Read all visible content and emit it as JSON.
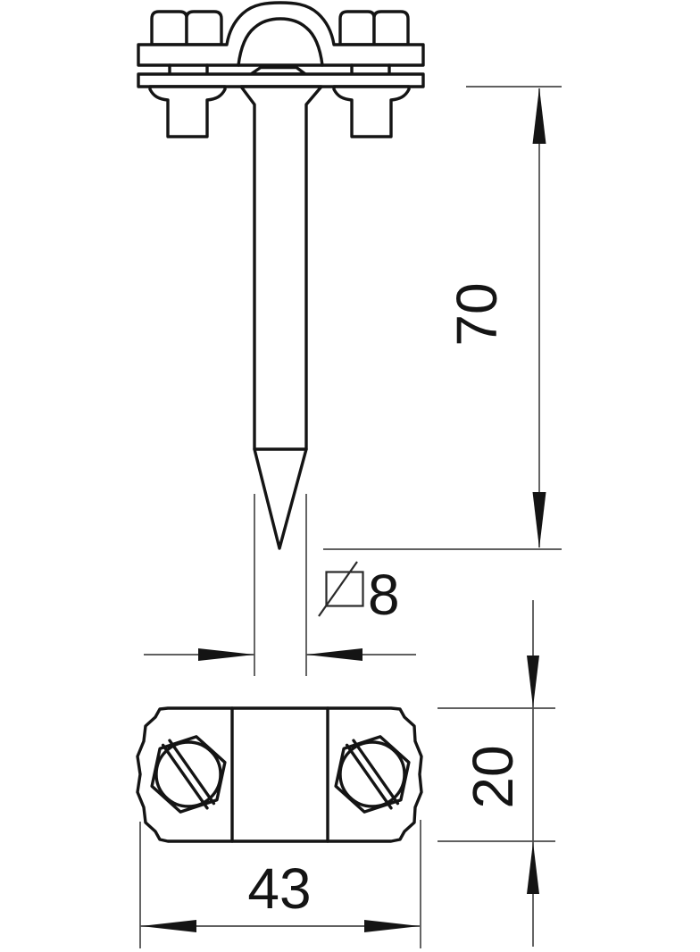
{
  "drawing": {
    "type": "technical-dimension-drawing",
    "background": "#ffffff",
    "colors": {
      "part_outline": "#141414",
      "dimension_line": "#4a4a4a",
      "text": "#141414"
    },
    "views": {
      "side_view": "earthing spike clamp with saddle, two hex bolts and pointed square spike",
      "plan_view": "knurled oval body with two slotted hex bolts"
    }
  },
  "dims": {
    "spike_length": {
      "value": "70",
      "orientation": "vertical"
    },
    "cross_section": {
      "value": "8",
      "symbol": "square-section-slash",
      "orientation": "horizontal"
    },
    "body_height": {
      "value": "20",
      "orientation": "vertical"
    },
    "body_width": {
      "value": "43",
      "orientation": "horizontal"
    }
  }
}
